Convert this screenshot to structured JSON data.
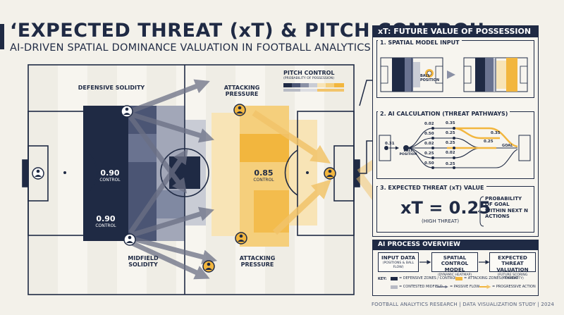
{
  "header": {
    "title": "‘EXPECTED THREAT (xT) & PITCH CONTROL’",
    "subtitle": "AI-DRIVEN SPATIAL DOMINANCE VALUATION IN FOOTBALL ANALYTICS"
  },
  "pitch": {
    "legend_title": "PITCH CONTROL",
    "legend_sub": "(PROBABILITY OF POSSESSION)",
    "defensive_solidity": "DEFENSIVE SOLIDITY",
    "midfield_solidity": "MIDFIELD SOLIDITY",
    "attacking_pressure_top": "ATTACKING PRESSURE",
    "attacking_pressure_bottom": "ATTACKING PRESSURE",
    "control_left_value": "0.90",
    "control_left_label": "CONTROL",
    "control_left2_value": "0.90",
    "control_left2_label": "CONTROL",
    "control_right_value": "0.85",
    "control_right_label": "CONTROL",
    "colors": {
      "navy": "#1f2a44",
      "amber": "#f2b63e",
      "grey": "#b7bac4"
    }
  },
  "panel": {
    "title": "xT: FUTURE VALUE OF POSSESSION",
    "s1": "1. SPATIAL MODEL INPUT",
    "ball_position": "BALL POSITION",
    "s2": "2. AI CALCULATION (THREAT PATHWAYS)",
    "ball_position2": "BALL POSITION",
    "goal": "GOAL",
    "values": [
      "0.31",
      "0.02",
      "0.50",
      "0.02",
      "0.25",
      "0.50",
      "0.35",
      "0.25",
      "0.25",
      "0.02",
      "0.25",
      "0.35",
      "0.25"
    ],
    "s3": "3. EXPECTED THREAT (xT) VALUE",
    "xt_value": "xT = 0.25",
    "xt_label": "(HIGH THREAT)",
    "xt_desc": "PROBABILITY OF GOAL WITHIN NEXT N ACTIONS"
  },
  "process": {
    "title": "AI PROCESS OVERVIEW",
    "step1": "INPUT DATA",
    "step1_sub": "(POSITIONS & BALL FLOW)",
    "step2": "SPATIAL CONTROL MODEL",
    "step2_sub": "(DYNAMIC HEATMAP)",
    "step3": "EXPECTED THREAT VALUATION",
    "step3_sub": "(FUTURE SCORING PROBABILITY)"
  },
  "key": {
    "label": "KEY:",
    "defensive": "= DEFENSIVE ZONES / CONTROL",
    "attacking": "= ATTACKING ZONES / THREAT",
    "contested": "= CONTESTED MIDFIELD",
    "passive": "= PASSIVE FLOW",
    "progressive": "= PROGRESSIVE ACTION"
  },
  "footer": "FOOTBALL ANALYTICS RESEARCH | DATA VISUALIZATION STUDY | 2024"
}
